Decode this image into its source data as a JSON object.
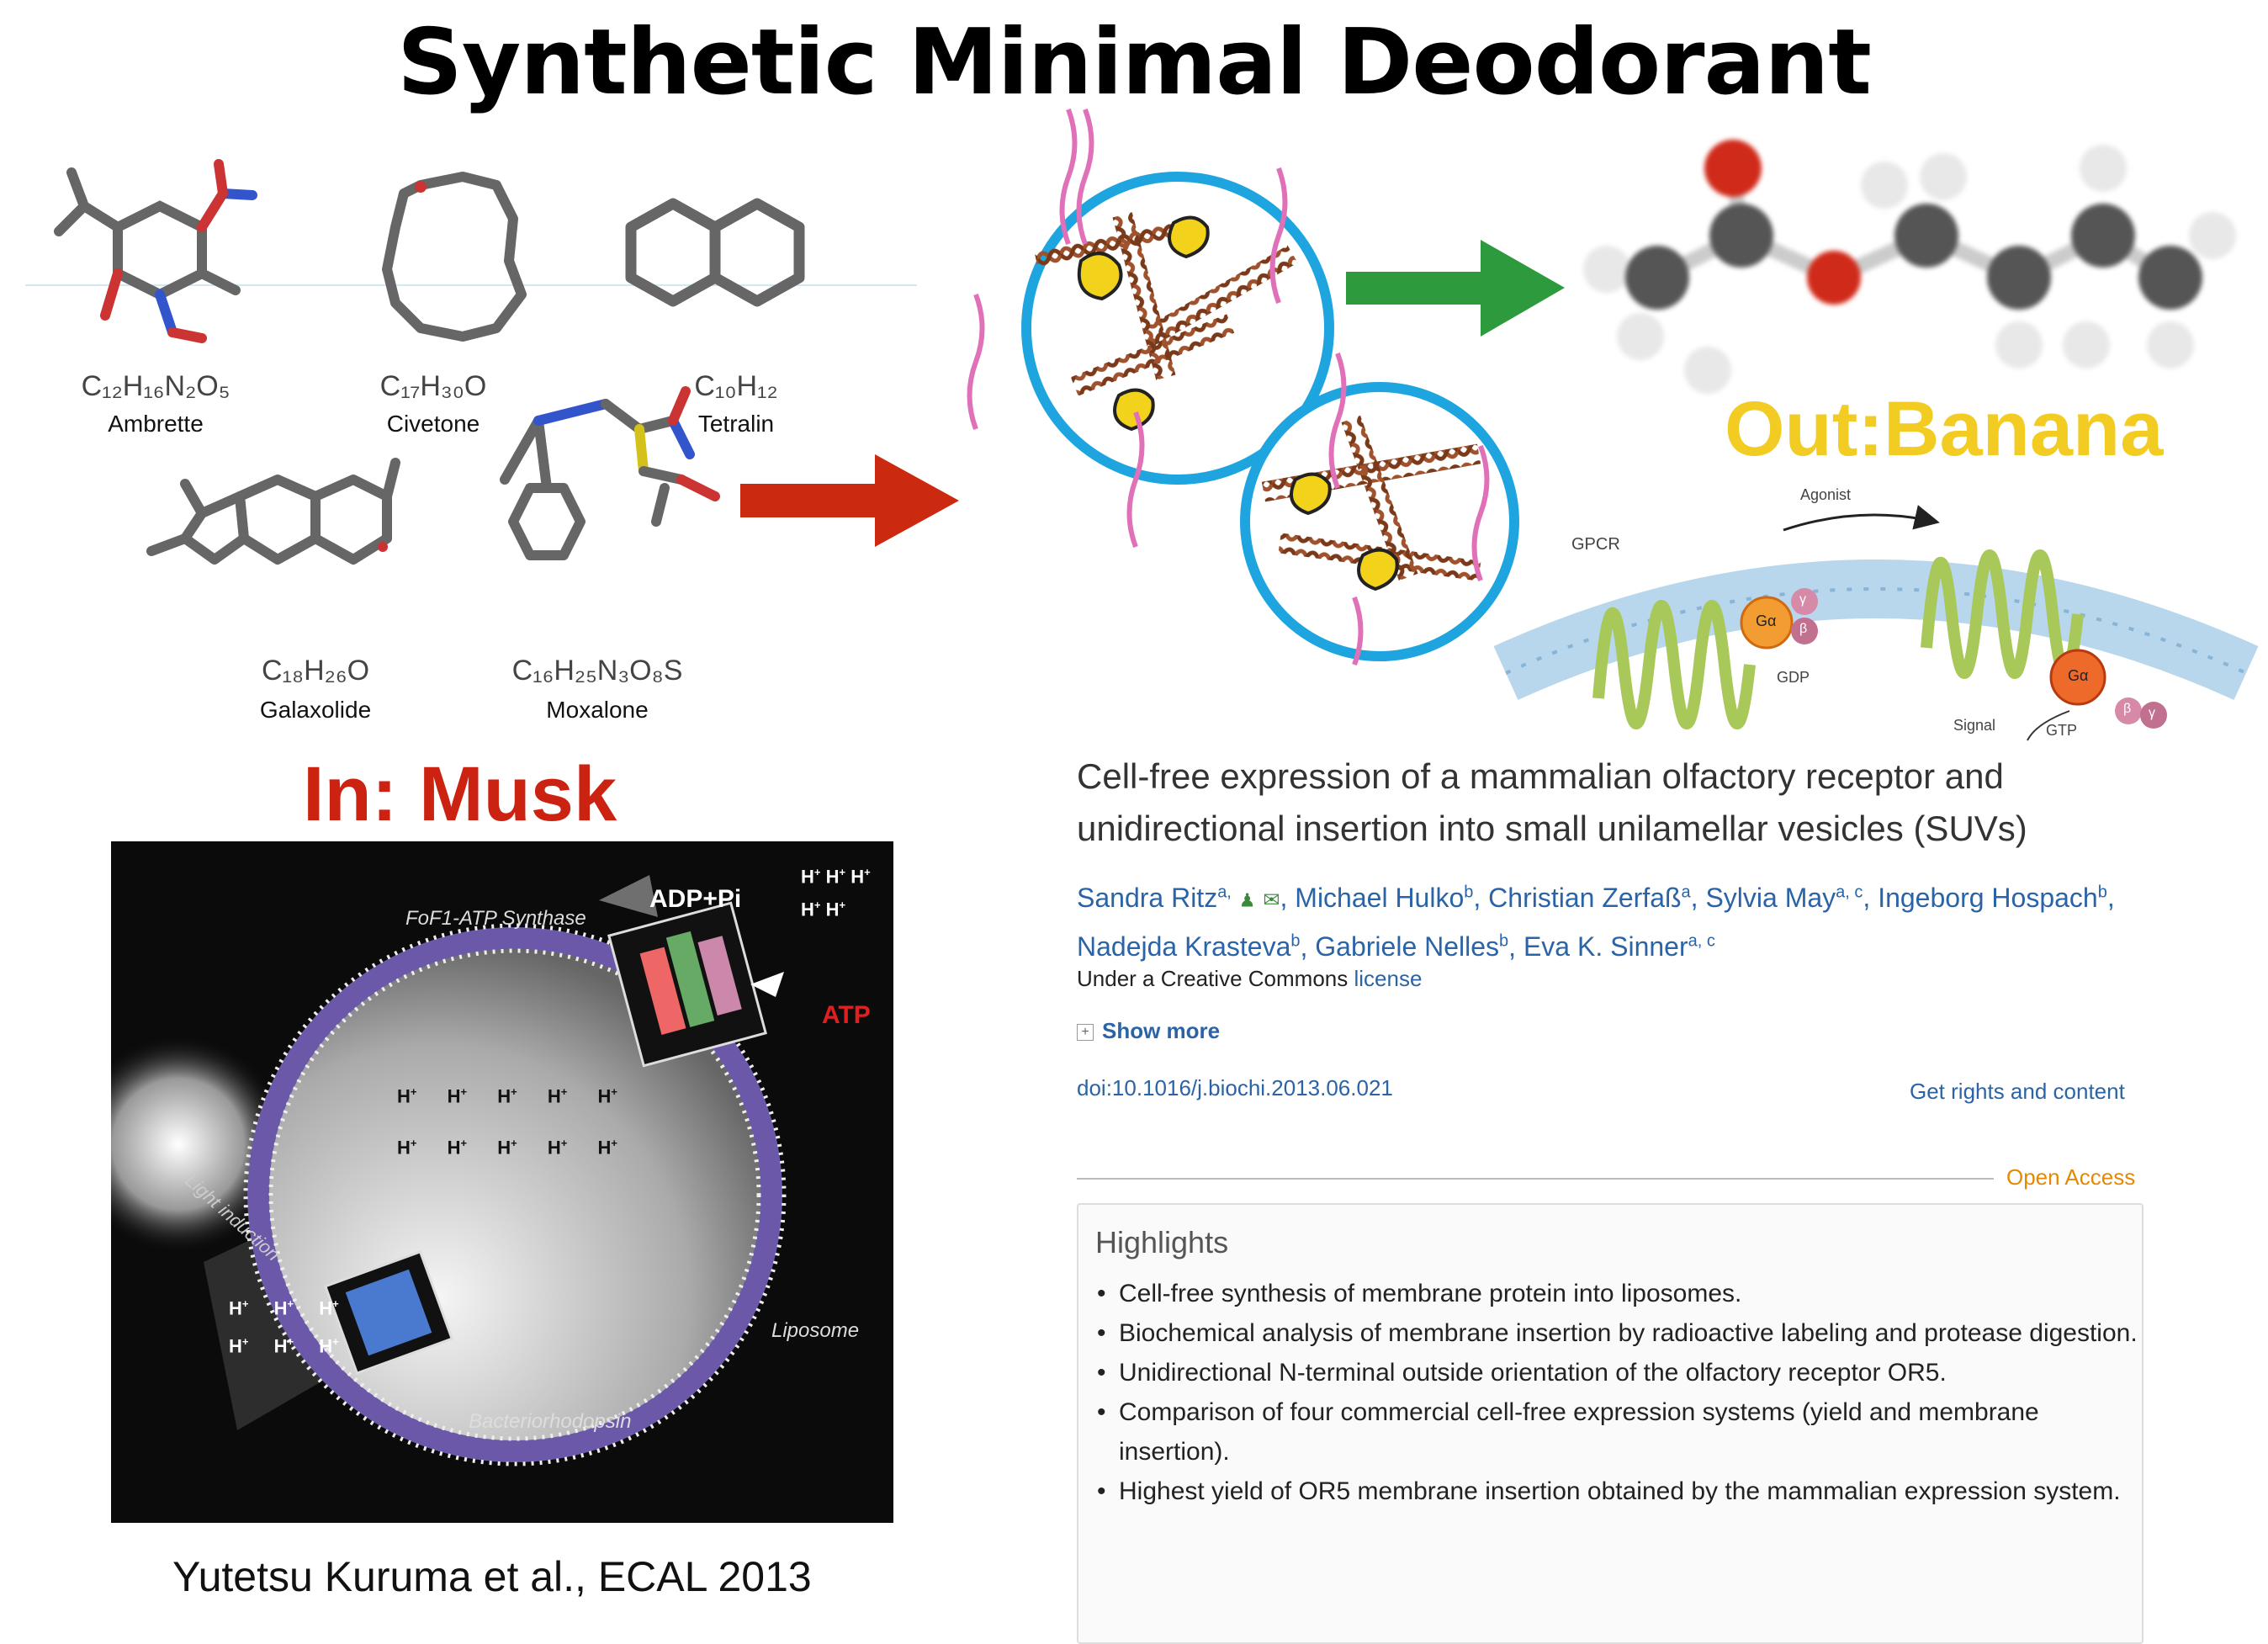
{
  "slide": {
    "title": "Synthetic Minimal Deodorant",
    "label_out": "Out:Banana",
    "label_in": "In: Musk",
    "citation": "Yutetsu Kuruma et al., ECAL 2013"
  },
  "molecules": [
    {
      "formula": "C₁₂H₁₆N₂O₅",
      "name": "Ambrette"
    },
    {
      "formula": "C₁₇H₃₀O",
      "name": "Civetone"
    },
    {
      "formula": "C₁₀H₁₂",
      "name": "Tetralin"
    },
    {
      "formula": "C₁₈H₂₆O",
      "name": "Galaxolide"
    },
    {
      "formula": "C₁₆H₂₅N₃O₈S",
      "name": "Moxalone"
    }
  ],
  "gpcr_figure": {
    "gpcr": "GPCR",
    "agonist": "Agonist",
    "g_alpha": "Gα",
    "gamma": "γ",
    "beta": "β",
    "gdp": "GDP",
    "gtp": "GTP",
    "signal": "Signal"
  },
  "atp_figure": {
    "adp_pi": "ADP+Pi",
    "atp": "ATP",
    "synthase": "FoF1-ATP Synthase",
    "light": "Light induction",
    "liposome": "Liposome",
    "bacteriorhodopsin": "Bacteriorhodopsin",
    "proton": "H",
    "proton_sup": "+"
  },
  "article": {
    "title": "Cell-free expression of a mammalian olfactory receptor and unidirectional insertion into small unilamellar vesicles (SUVs)",
    "authors": [
      {
        "name": "Sandra Ritz",
        "sup": "a,"
      },
      {
        "name": "Michael Hulko",
        "sup": "b"
      },
      {
        "name": "Christian Zerfaß",
        "sup": "a"
      },
      {
        "name": "Sylvia May",
        "sup": "a, c"
      },
      {
        "name": "Ingeborg Hospach",
        "sup": "b"
      },
      {
        "name": "Nadejda Krasteva",
        "sup": "b"
      },
      {
        "name": "Gabriele Nelles",
        "sup": "b"
      },
      {
        "name": "Eva K. Sinner",
        "sup": "a, c"
      }
    ],
    "license_prefix": "Under a Creative Commons",
    "license_link": "license",
    "show_more": "Show more",
    "show_more_icon": "+",
    "doi": "doi:10.1016/j.biochi.2013.06.021",
    "rights": "Get rights and content",
    "open_access": "Open Access",
    "highlights_title": "Highlights",
    "highlights": [
      "Cell-free synthesis of membrane protein into liposomes.",
      "Biochemical analysis of membrane insertion by radioactive labeling and protease digestion.",
      "Unidirectional N-terminal outside orientation of the olfactory receptor OR5.",
      "Comparison of four commercial cell-free expression systems (yield and membrane insertion).",
      "Highest yield of OR5 membrane insertion obtained by the mammalian expression system."
    ]
  },
  "colors": {
    "arrow_red": "#cc2a10",
    "arrow_green": "#2e9a3e",
    "banana": "#f2cc22",
    "musk": "#cc2211",
    "vesicle": "#1ea5e0",
    "dna": "#a0522d",
    "protein": "#e070b8",
    "link": "#2a64a6"
  }
}
